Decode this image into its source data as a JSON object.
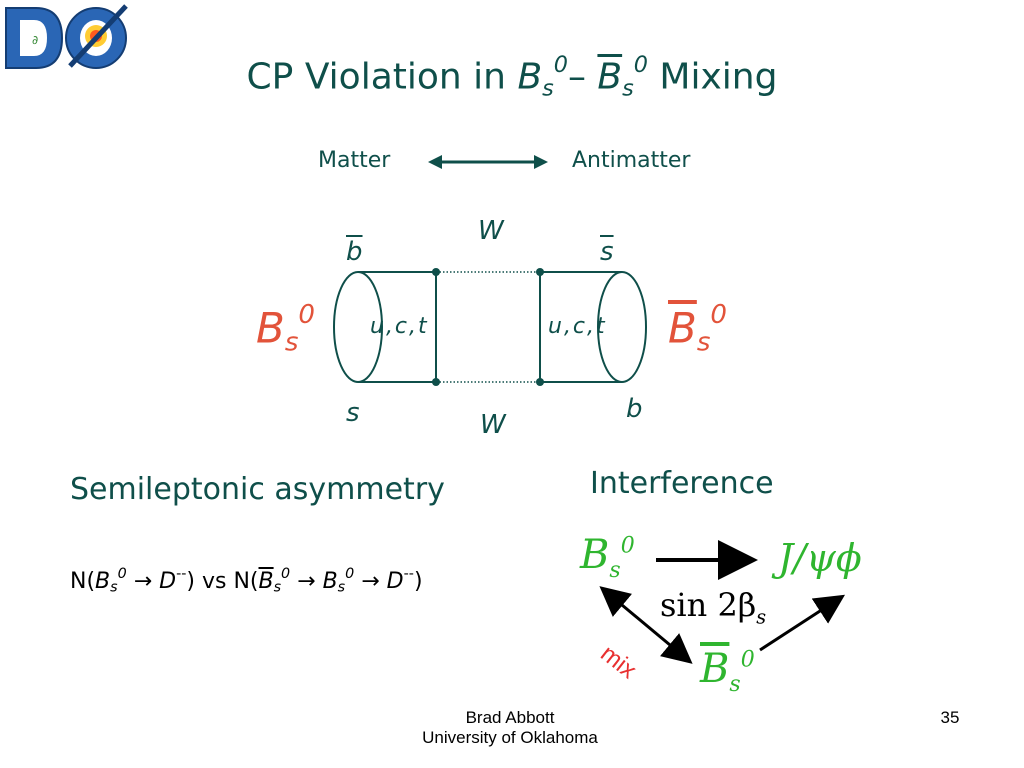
{
  "logo": {
    "text": "DØ"
  },
  "title": {
    "prefix": "CP Violation in ",
    "b1": "B",
    "b1_sub": "s",
    "b1_sup": "0",
    "dash": "– ",
    "b2": "B",
    "b2_sub": "s",
    "b2_sup": "0",
    "suffix": " Mixing"
  },
  "matter_label": "Matter",
  "antimatter_label": "Antimatter",
  "diagram": {
    "w_top": "W",
    "w_bottom": "W",
    "b_bar": "b",
    "s_bar": "s",
    "s_bottom": "s",
    "b_bottom": "b",
    "uct_left": "u,c,t",
    "uct_right": "u,c,t",
    "bs_left": "B",
    "bs_left_sub": "s",
    "bs_left_sup": "0",
    "bs_right": "B",
    "bs_right_sub": "s",
    "bs_right_sup": "0",
    "colors": {
      "line": "#0f4f4a",
      "meson": "#e2533a"
    }
  },
  "semileptonic": {
    "heading": "Semileptonic asymmetry",
    "n1": "N(",
    "b1": "B",
    "b1_sub": "s",
    "b1_sup": "0",
    "arrow1": " → ",
    "d1": "D",
    "d1_sup": "--",
    "close1": ") vs N(",
    "b2": "B",
    "b2_sub": "s",
    "b2_sup": "0",
    "arrow2": " → ",
    "b3": "B",
    "b3_sub": "s",
    "b3_sup": "0",
    "arrow3": " → ",
    "d2": "D",
    "d2_sup": "--",
    "close2": ")"
  },
  "interference": {
    "heading": "Interference",
    "bs": "B",
    "bs_sub": "s",
    "bs_sup": "0",
    "final": "J/ψϕ",
    "sin": "sin 2β",
    "sin_sub": "s",
    "mix": "mix",
    "bsbar": "B",
    "bsbar_sub": "s",
    "bsbar_sup": "0",
    "colors": {
      "green": "#2fb52f",
      "red": "#e83030"
    }
  },
  "footer": {
    "name": "Brad Abbott",
    "affiliation": "University of Oklahoma",
    "page": "35"
  }
}
